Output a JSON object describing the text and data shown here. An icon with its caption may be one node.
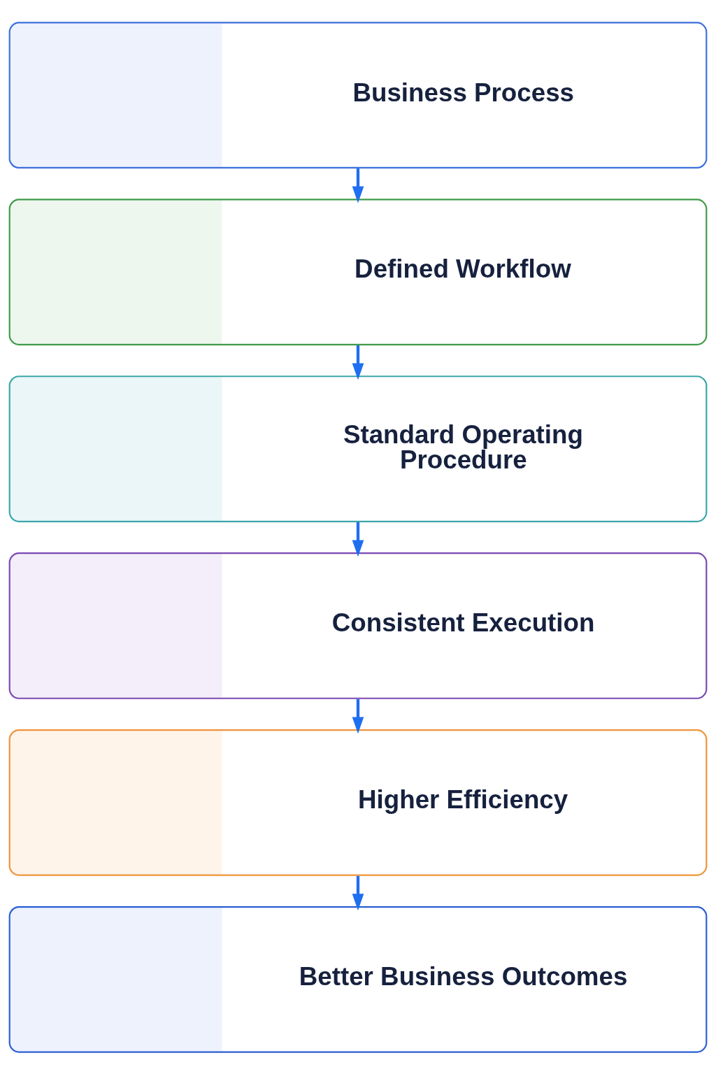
{
  "diagram": {
    "nodes": [
      {
        "text": [
          "Business Process"
        ]
      },
      {
        "text": [
          "Defined Workflow"
        ]
      },
      {
        "text": [
          "Standard Operating Procedure"
        ]
      },
      {
        "text": [
          "Consistent Execution"
        ]
      },
      {
        "text": [
          "Higher Efficiency"
        ]
      },
      {
        "text": [
          "Better Business Outcomes"
        ]
      }
    ],
    "edges": [
      {
        "from": 0,
        "to": 1,
        "arrow": "to"
      },
      {
        "from": 1,
        "to": 2,
        "arrow": "to"
      },
      {
        "from": 2,
        "to": 3,
        "arrow": "to"
      },
      {
        "from": 3,
        "to": 4,
        "arrow": "to"
      },
      {
        "from": 4,
        "to": 5,
        "arrow": "to"
      }
    ]
  }
}
